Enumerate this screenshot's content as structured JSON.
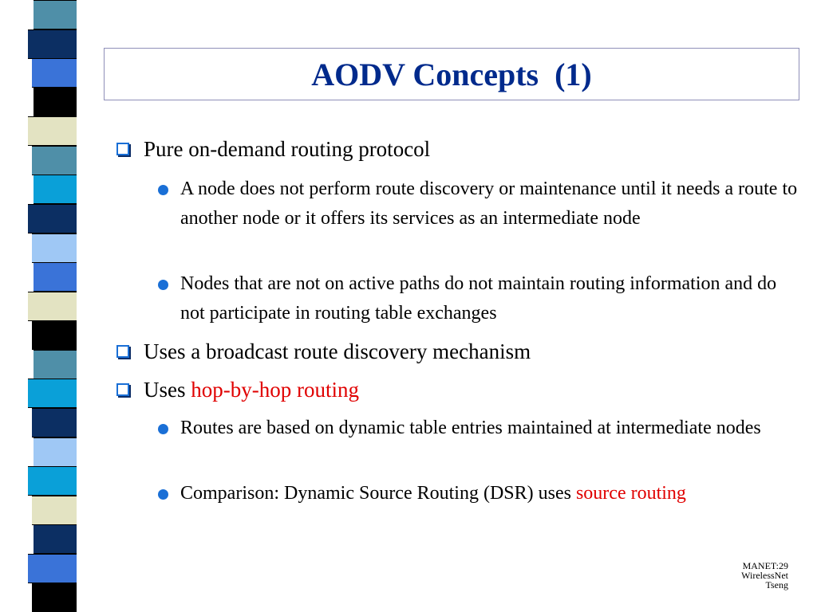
{
  "title": "AODV Concepts  (1)",
  "colors": {
    "title": "#002a8c",
    "accent": "#1a6fd6",
    "highlight": "#e00000"
  },
  "bullets": [
    {
      "text": "Pure on-demand routing protocol"
    },
    {
      "text": "A node does not perform route discovery or maintenance until it needs a route to another node or it offers its services as an intermediate node"
    },
    {
      "text": "Nodes that are not on active paths do not maintain routing information and do not participate in routing table exchanges"
    },
    {
      "text": "Uses a broadcast route discovery mechanism"
    },
    {
      "text_prefix": "Uses ",
      "highlight": "hop-by-hop routing"
    },
    {
      "text": "Routes are based on dynamic table entries maintained at intermediate nodes"
    },
    {
      "text_prefix": "Comparison: Dynamic Source Routing (DSR) uses ",
      "highlight": "source routing"
    }
  ],
  "footer": {
    "line1": "MANET:29",
    "line2": "WirelessNet",
    "line3": "Tseng"
  },
  "stripe_colors": [
    "#4f8fa8",
    "#0c2f63",
    "#3a73d8",
    "#000000",
    "#e3e3c2",
    "#4f8fa8",
    "#0aa0d8",
    "#0c2f63",
    "#9fc8f5",
    "#3a73d8",
    "#e3e3c2",
    "#000000",
    "#4f8fa8",
    "#0aa0d8",
    "#0c2f63",
    "#9fc8f5",
    "#0aa0d8",
    "#e3e3c2",
    "#0c2f63",
    "#3a73d8",
    "#000000"
  ]
}
